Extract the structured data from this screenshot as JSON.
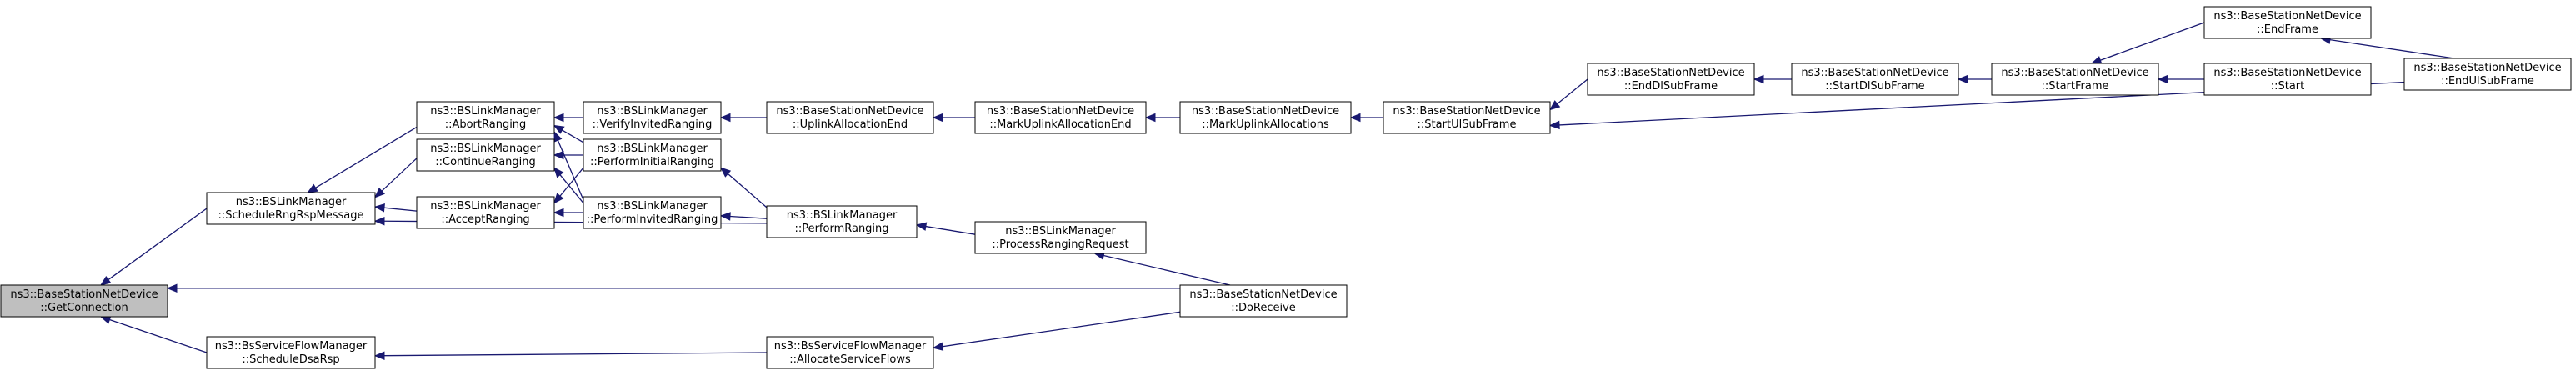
{
  "colors": {
    "edge": "#191970",
    "root_fill": "#bfbfbf",
    "node_fill": "#ffffff",
    "node_border": "#000000"
  },
  "nodes": [
    {
      "id": "get_connection",
      "line1": "ns3::BaseStationNetDevice",
      "line2": "::GetConnection",
      "highlighted": true
    },
    {
      "id": "schedule_rng_rsp",
      "line1": "ns3::BSLinkManager",
      "line2": "::ScheduleRngRspMessage"
    },
    {
      "id": "schedule_dsa_rsp",
      "line1": "ns3::BsServiceFlowManager",
      "line2": "::ScheduleDsaRsp"
    },
    {
      "id": "abort_ranging",
      "line1": "ns3::BSLinkManager",
      "line2": "::AbortRanging"
    },
    {
      "id": "continue_ranging",
      "line1": "ns3::BSLinkManager",
      "line2": "::ContinueRanging"
    },
    {
      "id": "accept_ranging",
      "line1": "ns3::BSLinkManager",
      "line2": "::AcceptRanging"
    },
    {
      "id": "verify_invited",
      "line1": "ns3::BSLinkManager",
      "line2": "::VerifyInvitedRanging"
    },
    {
      "id": "perform_initial",
      "line1": "ns3::BSLinkManager",
      "line2": "::PerformInitialRanging"
    },
    {
      "id": "perform_invited",
      "line1": "ns3::BSLinkManager",
      "line2": "::PerformInvitedRanging"
    },
    {
      "id": "uplink_alloc_end",
      "line1": "ns3::BaseStationNetDevice",
      "line2": "::UplinkAllocationEnd"
    },
    {
      "id": "perform_ranging",
      "line1": "ns3::BSLinkManager",
      "line2": "::PerformRanging"
    },
    {
      "id": "allocate_sf",
      "line1": "ns3::BsServiceFlowManager",
      "line2": "::AllocateServiceFlows"
    },
    {
      "id": "mark_uplink_alloc_end",
      "line1": "ns3::BaseStationNetDevice",
      "line2": "::MarkUplinkAllocationEnd"
    },
    {
      "id": "process_ranging_req",
      "line1": "ns3::BSLinkManager",
      "line2": "::ProcessRangingRequest"
    },
    {
      "id": "mark_uplink_allocs",
      "line1": "ns3::BaseStationNetDevice",
      "line2": "::MarkUplinkAllocations"
    },
    {
      "id": "do_receive",
      "line1": "ns3::BaseStationNetDevice",
      "line2": "::DoReceive"
    },
    {
      "id": "start_ul_subframe",
      "line1": "ns3::BaseStationNetDevice",
      "line2": "::StartUlSubFrame"
    },
    {
      "id": "end_dl_subframe",
      "line1": "ns3::BaseStationNetDevice",
      "line2": "::EndDlSubFrame"
    },
    {
      "id": "start_dl_subframe",
      "line1": "ns3::BaseStationNetDevice",
      "line2": "::StartDlSubFrame"
    },
    {
      "id": "start_frame",
      "line1": "ns3::BaseStationNetDevice",
      "line2": "::StartFrame"
    },
    {
      "id": "end_frame",
      "line1": "ns3::BaseStationNetDevice",
      "line2": "::EndFrame"
    },
    {
      "id": "start",
      "line1": "ns3::BaseStationNetDevice",
      "line2": "::Start"
    },
    {
      "id": "end_ul_subframe",
      "line1": "ns3::BaseStationNetDevice",
      "line2": "::EndUlSubFrame"
    }
  ],
  "edges": [
    {
      "from": "schedule_rng_rsp",
      "to": "get_connection"
    },
    {
      "from": "schedule_dsa_rsp",
      "to": "get_connection"
    },
    {
      "from": "do_receive",
      "to": "get_connection"
    },
    {
      "from": "abort_ranging",
      "to": "schedule_rng_rsp"
    },
    {
      "from": "continue_ranging",
      "to": "schedule_rng_rsp"
    },
    {
      "from": "accept_ranging",
      "to": "schedule_rng_rsp"
    },
    {
      "from": "perform_ranging",
      "to": "schedule_rng_rsp"
    },
    {
      "from": "allocate_sf",
      "to": "schedule_dsa_rsp"
    },
    {
      "from": "verify_invited",
      "to": "abort_ranging"
    },
    {
      "from": "perform_initial",
      "to": "abort_ranging"
    },
    {
      "from": "perform_invited",
      "to": "abort_ranging"
    },
    {
      "from": "perform_initial",
      "to": "continue_ranging"
    },
    {
      "from": "perform_invited",
      "to": "continue_ranging"
    },
    {
      "from": "perform_initial",
      "to": "accept_ranging"
    },
    {
      "from": "perform_invited",
      "to": "accept_ranging"
    },
    {
      "from": "uplink_alloc_end",
      "to": "verify_invited"
    },
    {
      "from": "perform_ranging",
      "to": "perform_initial"
    },
    {
      "from": "perform_ranging",
      "to": "perform_invited"
    },
    {
      "from": "mark_uplink_alloc_end",
      "to": "uplink_alloc_end"
    },
    {
      "from": "process_ranging_req",
      "to": "perform_ranging"
    },
    {
      "from": "do_receive",
      "to": "allocate_sf"
    },
    {
      "from": "mark_uplink_allocs",
      "to": "mark_uplink_alloc_end"
    },
    {
      "from": "do_receive",
      "to": "process_ranging_req"
    },
    {
      "from": "start_ul_subframe",
      "to": "mark_uplink_allocs"
    },
    {
      "from": "end_dl_subframe",
      "to": "start_ul_subframe"
    },
    {
      "from": "end_ul_subframe",
      "to": "start_ul_subframe"
    },
    {
      "from": "start_dl_subframe",
      "to": "end_dl_subframe"
    },
    {
      "from": "start_frame",
      "to": "start_dl_subframe"
    },
    {
      "from": "end_frame",
      "to": "start_frame"
    },
    {
      "from": "start",
      "to": "start_frame"
    },
    {
      "from": "end_ul_subframe",
      "to": "end_frame"
    }
  ]
}
